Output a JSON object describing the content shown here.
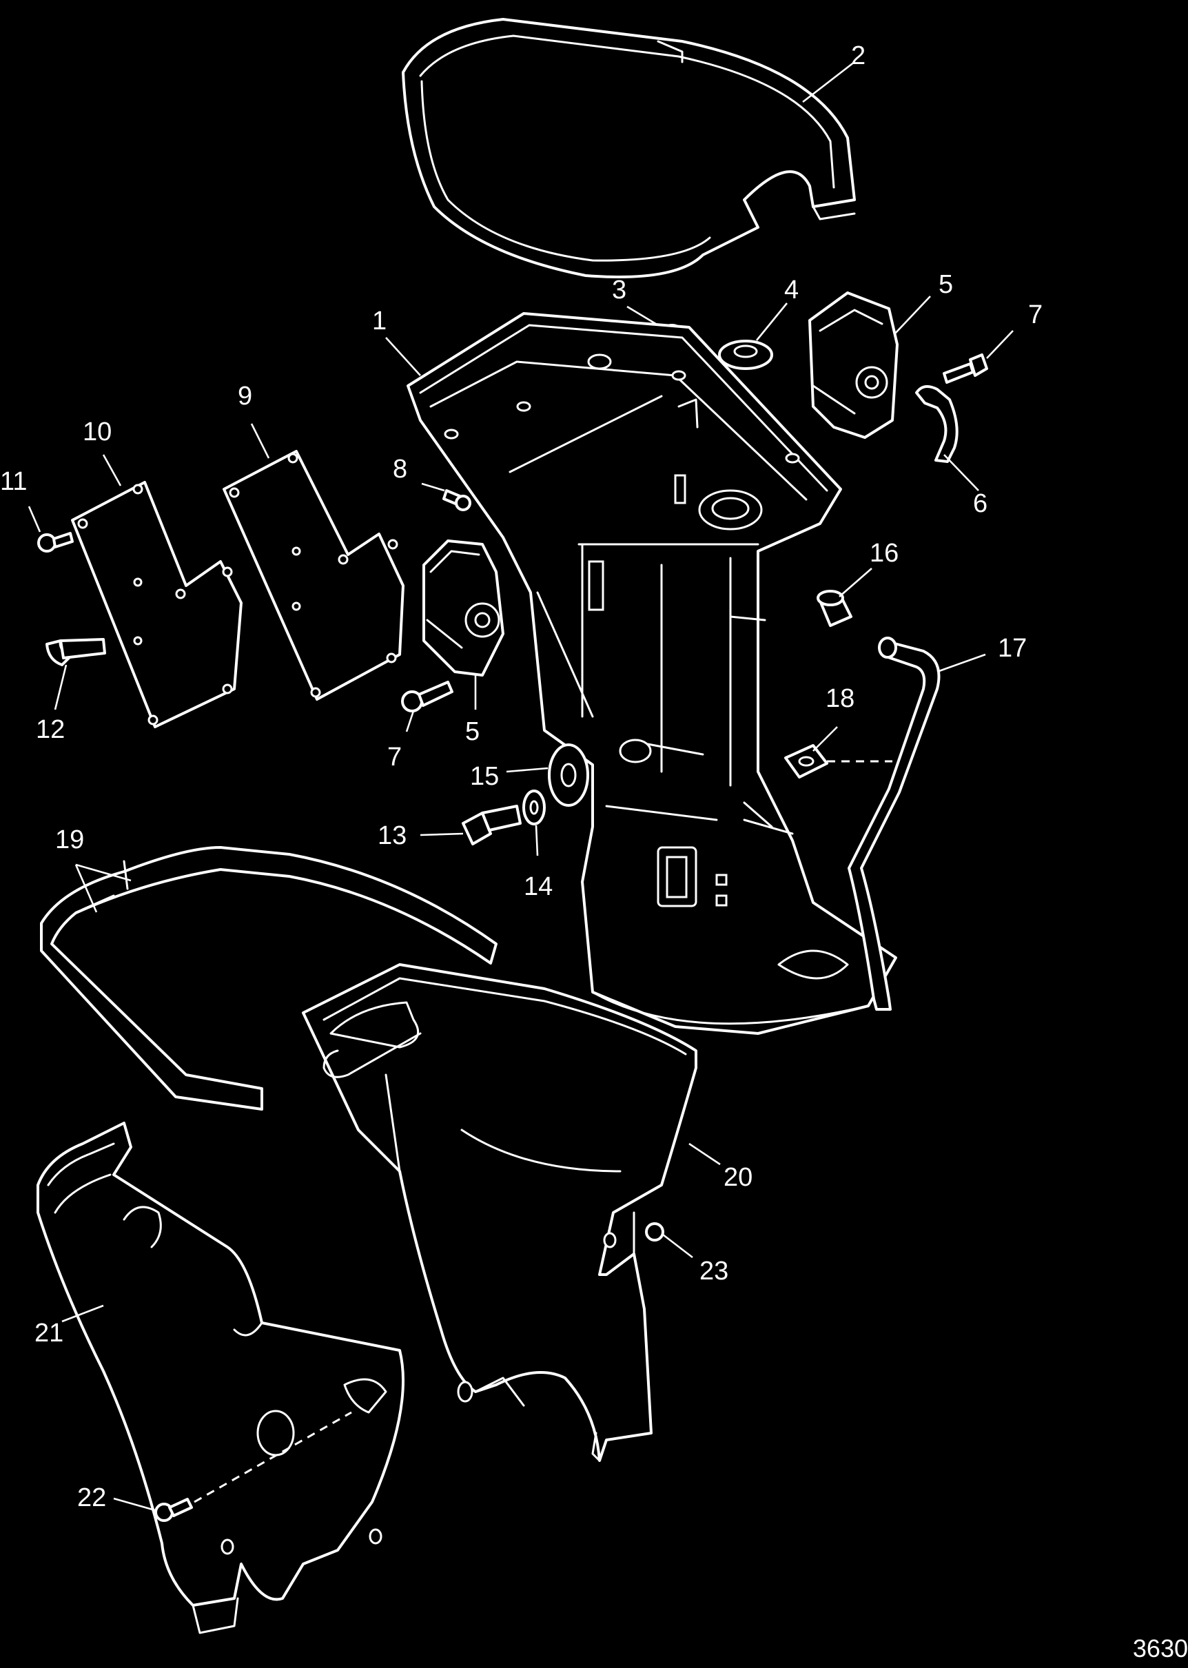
{
  "callouts": {
    "c1": "1",
    "c2": "2",
    "c3": "3",
    "c4": "4",
    "c5a": "5",
    "c5b": "5",
    "c6": "6",
    "c7a": "7",
    "c7b": "7",
    "c8": "8",
    "c9": "9",
    "c10": "10",
    "c11": "11",
    "c12": "12",
    "c13": "13",
    "c14": "14",
    "c15": "15",
    "c16": "16",
    "c17": "17",
    "c18": "18",
    "c19": "19",
    "c20": "20",
    "c21": "21",
    "c22": "22",
    "c23": "23"
  },
  "reference_number": "3630",
  "colors": {
    "background": "#000000",
    "line": "#ffffff"
  }
}
